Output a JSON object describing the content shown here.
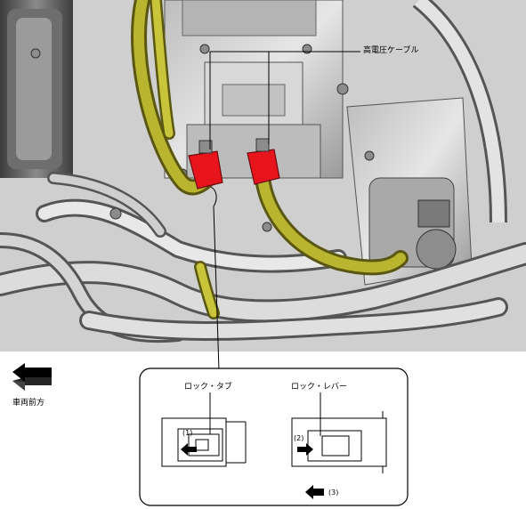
{
  "labels": {
    "hv_cable": "高電圧ケーブル",
    "vehicle_front": "車両前方",
    "lock_tab": "ロック・タブ",
    "lock_lever": "ロック・レバー",
    "step1": "(1)",
    "step2": "(2)",
    "step3": "(3)"
  },
  "colors": {
    "cable": "#b9b52e",
    "connector": "#e8141c",
    "engine_light": "#d9d9d9",
    "engine_dark": "#5f5f5f",
    "arrow": "#000000"
  },
  "icons": {
    "front_arrow": "left-arrow-3d-icon",
    "step_arrows": "left-arrow-icon"
  }
}
